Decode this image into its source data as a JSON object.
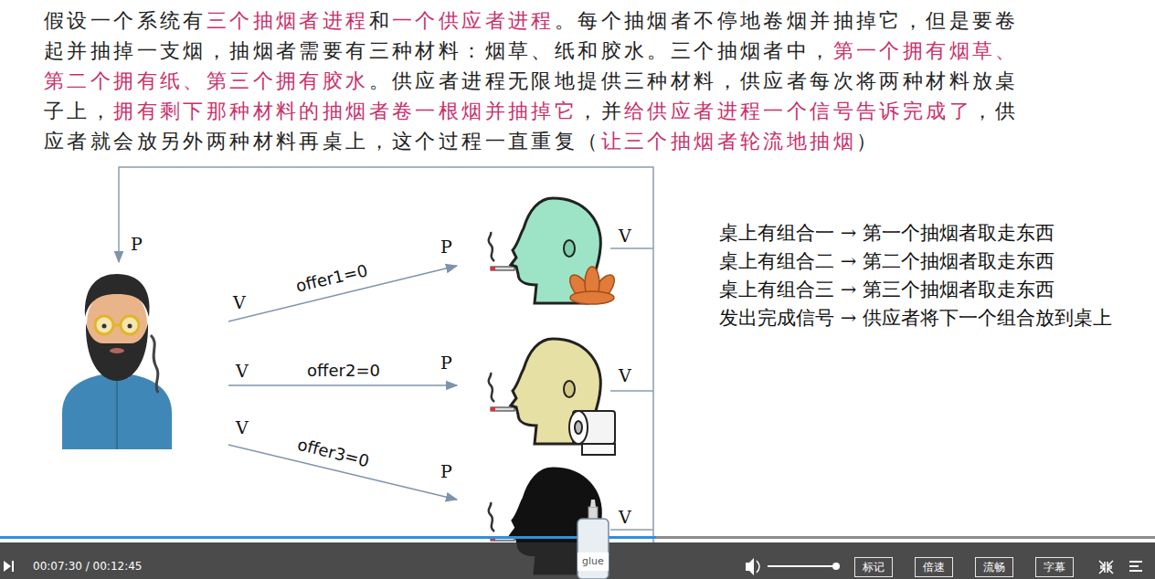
{
  "diagram": {
    "nodes": [
      {
        "text": [
          "标记"
        ]
      },
      {
        "text": [
          "倍速"
        ]
      },
      {
        "text": [
          "流畅"
        ]
      },
      {
        "text": [
          "字幕"
        ]
      }
    ],
    "labels": [
      "假设一个系统有",
      "三个抽烟者进程",
      "和",
      "一个供应者进程",
      "。每个抽烟者不停地卷烟并抽掉它，但是要卷起并抽掉一支烟，抽烟者需要有三种材料：烟草、纸和胶水。三个抽烟者中，",
      "第一个拥有烟草、第二个拥有纸、第三个拥有胶水",
      "。供应者进程无限地提供三种材料，供应者每次将两种材料放桌子上，",
      "拥有剩下那种材料的抽烟者卷一根烟并抽掉它",
      "，并",
      "给供应者进程一个信号告诉完成了",
      "，供应者就会放另外两种材料再桌上，这个过程一直重复（",
      "让三个抽烟者轮流地抽烟",
      "）",
      "P",
      "V",
      "offer1=0",
      "P",
      "V",
      "offer2=0",
      "P",
      "V",
      "offer3=0",
      "P",
      "V",
      "V",
      "V",
      "桌上有组合一 → 第一个抽烟者取走东西",
      "桌上有组合二 → 第二个抽烟者取走东西",
      "桌上有组合三 → 第三个抽烟者取走东西",
      "发出完成信号 → 供应者将下一个组合放到桌上",
      "glue",
      "00:07:30 / 00:12:45"
    ]
  }
}
